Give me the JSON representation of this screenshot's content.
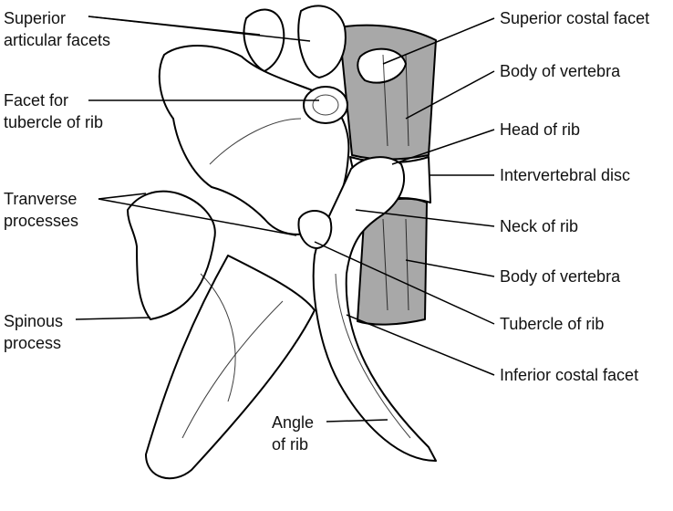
{
  "diagram": {
    "colors": {
      "vertebral_body_shade": "#a8a8a8",
      "bone": "#ffffff",
      "outline": "#000000"
    },
    "labels": {
      "superior_articular_facets": [
        "Superior",
        "articular facets"
      ],
      "facet_for_tubercle_of_rib": [
        "Facet for",
        "tubercle of rib"
      ],
      "transverse_processes": [
        "Tranverse",
        "processes"
      ],
      "spinous_process": [
        "Spinous",
        "process"
      ],
      "angle_of_rib": [
        "Angle",
        "of rib"
      ],
      "superior_costal_facet": "Superior costal facet",
      "body_of_vertebra_upper": "Body of vertebra",
      "head_of_rib": "Head of rib",
      "intervertebral_disc": "Intervertebral disc",
      "neck_of_rib": "Neck of rib",
      "body_of_vertebra_lower": "Body of vertebra",
      "tubercle_of_rib": "Tubercle of rib",
      "inferior_costal_facet": "Inferior costal facet"
    }
  }
}
